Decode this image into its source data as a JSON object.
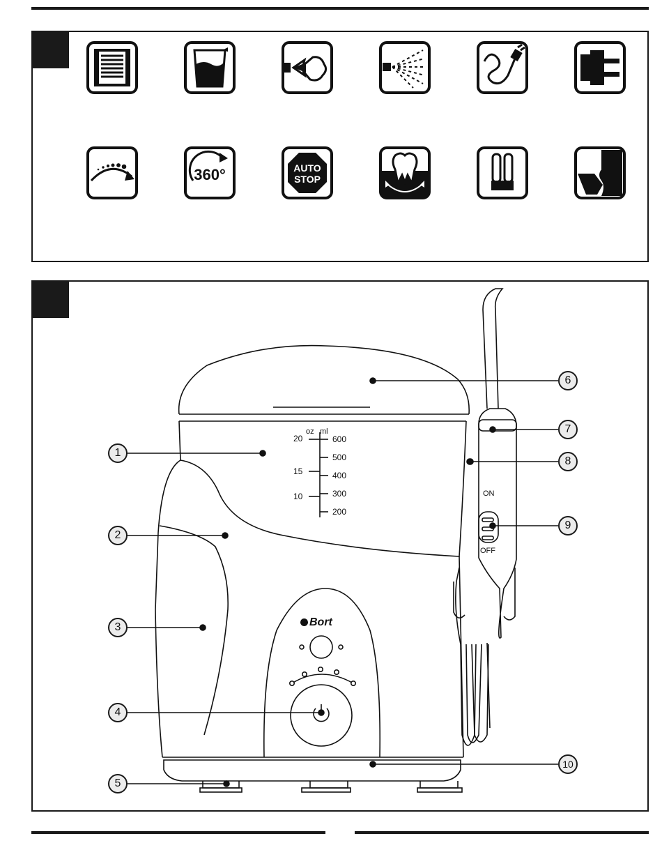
{
  "icons": {
    "row1": [
      {
        "name": "filter-icon"
      },
      {
        "name": "water-tank-icon"
      },
      {
        "name": "pulse-jet-icon"
      },
      {
        "name": "spray-icon"
      },
      {
        "name": "power-cord-icon"
      },
      {
        "name": "plug-icon"
      }
    ],
    "row2": [
      {
        "name": "pressure-levels-icon"
      },
      {
        "name": "rotation-icon",
        "text": "360°"
      },
      {
        "name": "auto-stop-icon",
        "line1": "AUTO",
        "line2": "STOP"
      },
      {
        "name": "gum-massage-icon"
      },
      {
        "name": "nozzles-icon"
      },
      {
        "name": "tongue-cleaning-icon"
      }
    ]
  },
  "device": {
    "brand": "Bort",
    "scale": {
      "oz_header": "oz",
      "ml_header": "ml",
      "oz_marks": [
        "20",
        "15",
        "10"
      ],
      "ml_marks": [
        "600",
        "500",
        "400",
        "300",
        "200"
      ]
    },
    "handle": {
      "on_label": "ON",
      "off_label": "OFF"
    }
  },
  "callouts": [
    "1",
    "2",
    "3",
    "4",
    "5",
    "6",
    "7",
    "8",
    "9",
    "10"
  ]
}
